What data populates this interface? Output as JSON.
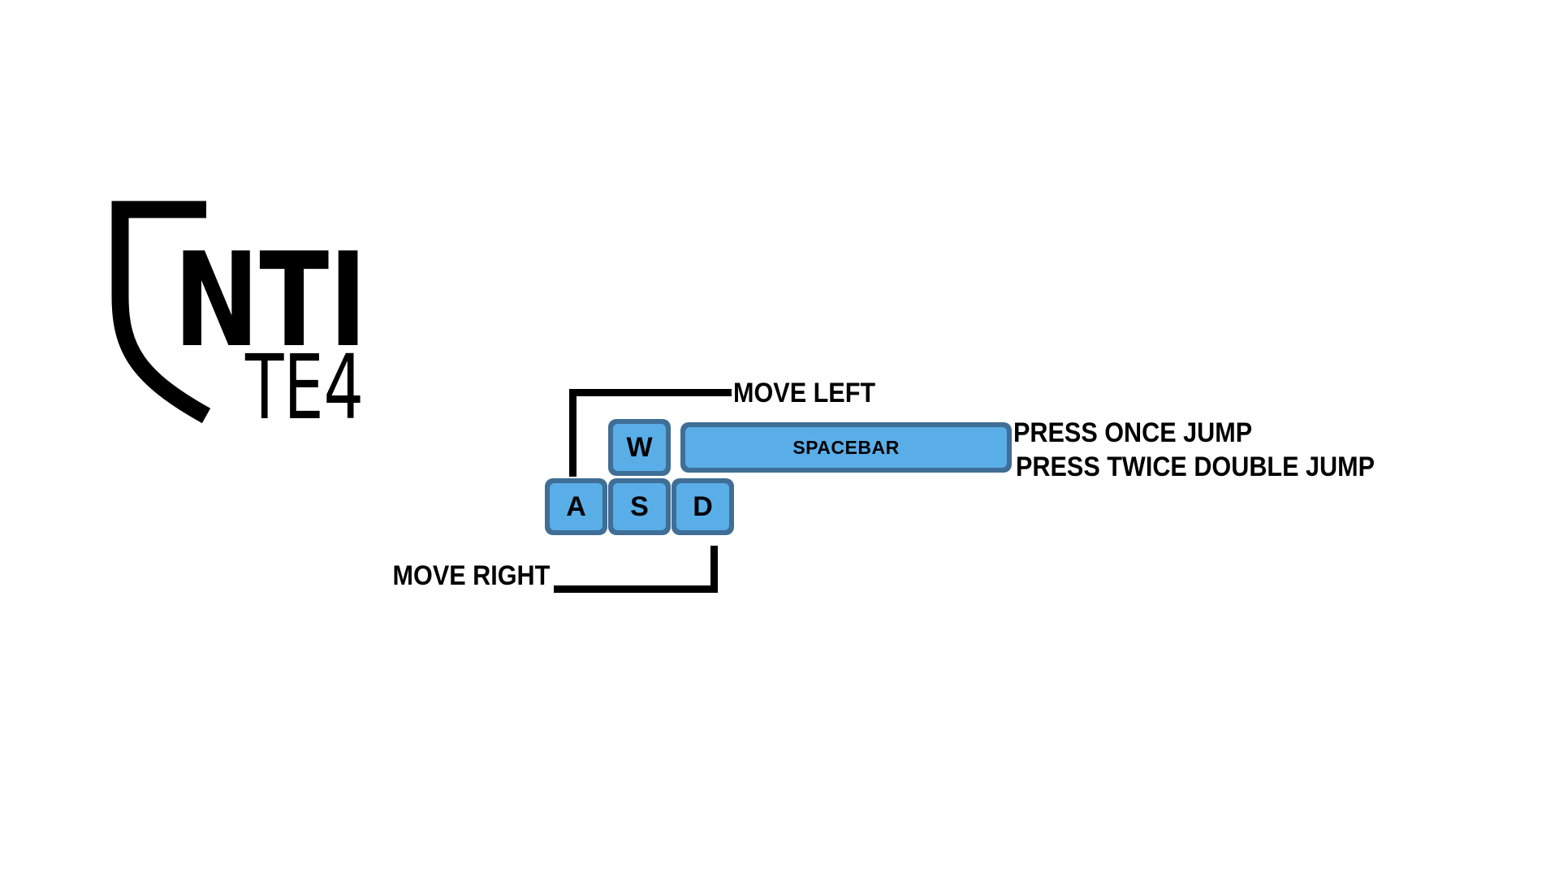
{
  "logo": {
    "line1": "NTI",
    "line2": "TE4"
  },
  "keys": {
    "w": "W",
    "a": "A",
    "s": "S",
    "d": "D",
    "spacebar": "SPACEBAR"
  },
  "labels": {
    "w_key": "MOVE LEFT",
    "d_key": "MOVE RIGHT",
    "spacebar_line1": "PRESS ONCE JUMP",
    "spacebar_line2": "PRESS TWICE DOUBLE JUMP"
  },
  "colors": {
    "key_border": "#3f6e96",
    "key_face": "#5aaee8",
    "text": "#000000",
    "background": "#ffffff"
  }
}
